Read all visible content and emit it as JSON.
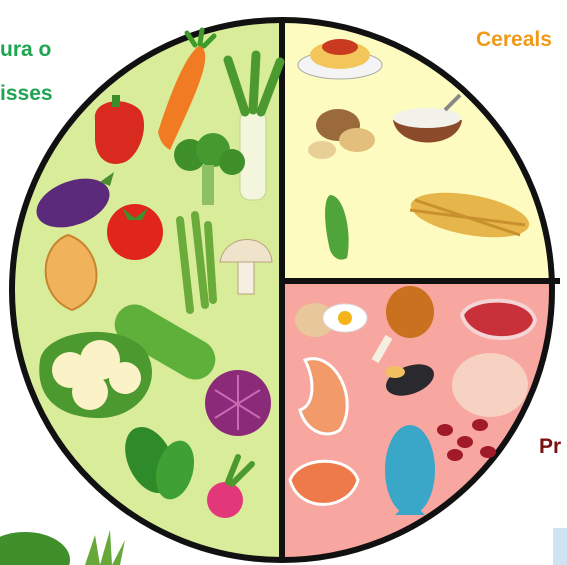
{
  "labels": {
    "vegetables_line1": "ura o",
    "vegetables_line2": "isses",
    "cereals": "Cereals",
    "proteins": "Pr"
  },
  "colors": {
    "vegetables_section": "#d9ec9a",
    "cereals_section": "#fdfbc0",
    "proteins_section": "#f7a6a0",
    "plate_outline": "#111111",
    "vegetables_label": "#1fa552",
    "cereals_label": "#f09a1a",
    "proteins_label": "#7a1010"
  },
  "sections": {
    "vegetables": [
      "carrot-icon",
      "leek-icon",
      "bell-pepper-icon",
      "broccoli-icon",
      "eggplant-icon",
      "tomato-icon",
      "onion-icon",
      "asparagus-icon",
      "mushroom-icon",
      "cucumber-icon",
      "cauliflower-icon",
      "red-cabbage-icon",
      "spinach-icon",
      "radish-icon"
    ],
    "cereals": [
      "spaghetti-icon",
      "potato-icon",
      "rice-bowl-icon",
      "peas-icon",
      "pasta-bread-icon"
    ],
    "proteins": [
      "eggs-icon",
      "chicken-leg-icon",
      "steak-icon",
      "shrimp-icon",
      "mussels-icon",
      "whole-chicken-icon",
      "beans-icon",
      "fish-icon",
      "salmon-icon"
    ]
  }
}
